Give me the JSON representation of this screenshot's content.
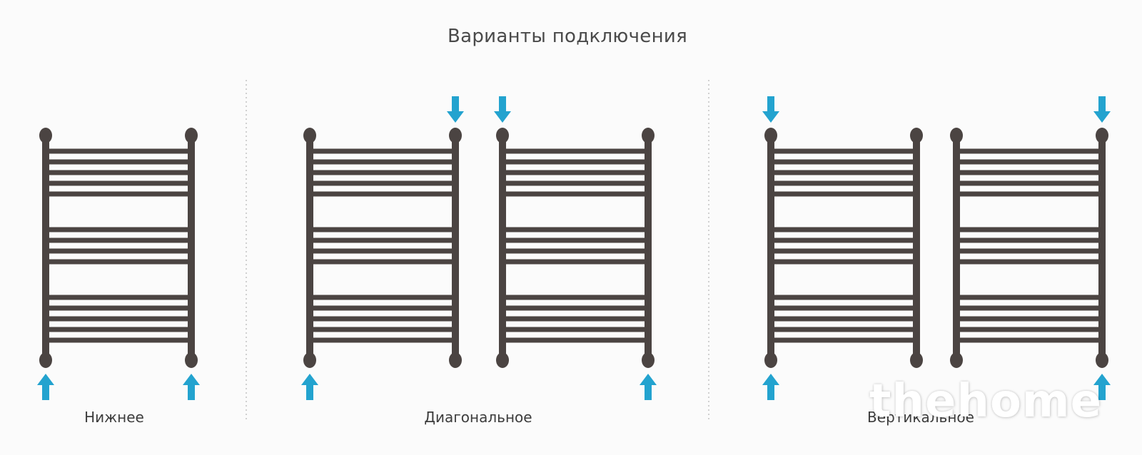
{
  "title": "Варианты подключения",
  "colors": {
    "rail": "#4b4442",
    "arrow": "#23a3cf",
    "divider": "#c2c2c2",
    "text": "#3c3c3c"
  },
  "icons": [
    "arrow-up-icon",
    "arrow-down-icon",
    "towel-rail-icon"
  ],
  "groups": [
    {
      "label": "Нижнее",
      "rails": [
        {
          "arrows": [
            {
              "side": "left",
              "end": "bottom",
              "direction": "up"
            },
            {
              "side": "right",
              "end": "bottom",
              "direction": "up"
            }
          ]
        }
      ]
    },
    {
      "label": "Диагональное",
      "rails": [
        {
          "arrows": [
            {
              "side": "left",
              "end": "bottom",
              "direction": "up"
            },
            {
              "side": "right",
              "end": "top",
              "direction": "down"
            }
          ]
        },
        {
          "arrows": [
            {
              "side": "left",
              "end": "top",
              "direction": "down"
            },
            {
              "side": "right",
              "end": "bottom",
              "direction": "up"
            }
          ]
        }
      ]
    },
    {
      "label": "Вертикальное",
      "rails": [
        {
          "arrows": [
            {
              "side": "left",
              "end": "top",
              "direction": "down"
            },
            {
              "side": "left",
              "end": "bottom",
              "direction": "up"
            }
          ]
        },
        {
          "arrows": [
            {
              "side": "right",
              "end": "top",
              "direction": "down"
            },
            {
              "side": "right",
              "end": "bottom",
              "direction": "up"
            }
          ]
        }
      ]
    }
  ],
  "watermark": "thehome"
}
